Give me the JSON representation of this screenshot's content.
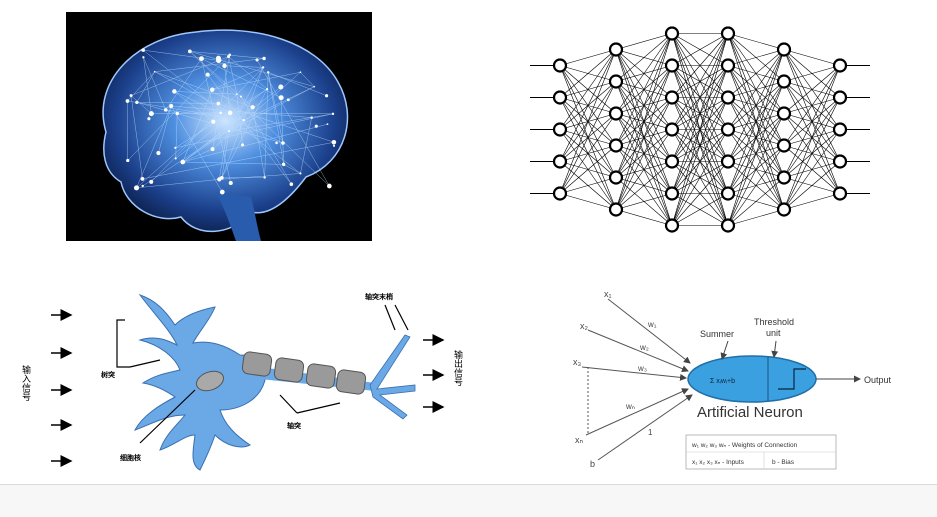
{
  "colors": {
    "brain_bg": "#000000",
    "brain_glow": "#3a7fd9",
    "node_stroke": "#000000",
    "neuron_blue": "#6aa8e6",
    "artificial_neuron_fill": "#3aa0e0"
  },
  "bio_neuron": {
    "input_label": "输入信号",
    "output_label": "输出信号",
    "dendrite_label": "树突",
    "soma_label": "细胞核",
    "axon_label": "轴突",
    "terminal_label": "轴突末梢"
  },
  "artificial_neuron": {
    "title": "Artificial Neuron",
    "summer_label": "Summer",
    "threshold_label_1": "Threshold",
    "threshold_label_2": "unit",
    "output_label": "Output",
    "inputs": [
      "x₁",
      "x₂",
      "x₃",
      "xₙ",
      "b"
    ],
    "weights": [
      "w₁",
      "w₂",
      "w₃",
      "wₙ",
      "1"
    ],
    "sum_formula": "Σ xᵢwᵢ+b",
    "legend_weights": "w₁ w₂ w₃ wₙ - Weights of Connection",
    "legend_inputs": "x₁ x₂ x₃ xₙ - Inputs",
    "legend_bias": "b - Bias"
  },
  "network": {
    "layer_sizes": [
      5,
      6,
      7,
      7,
      6,
      5
    ]
  }
}
